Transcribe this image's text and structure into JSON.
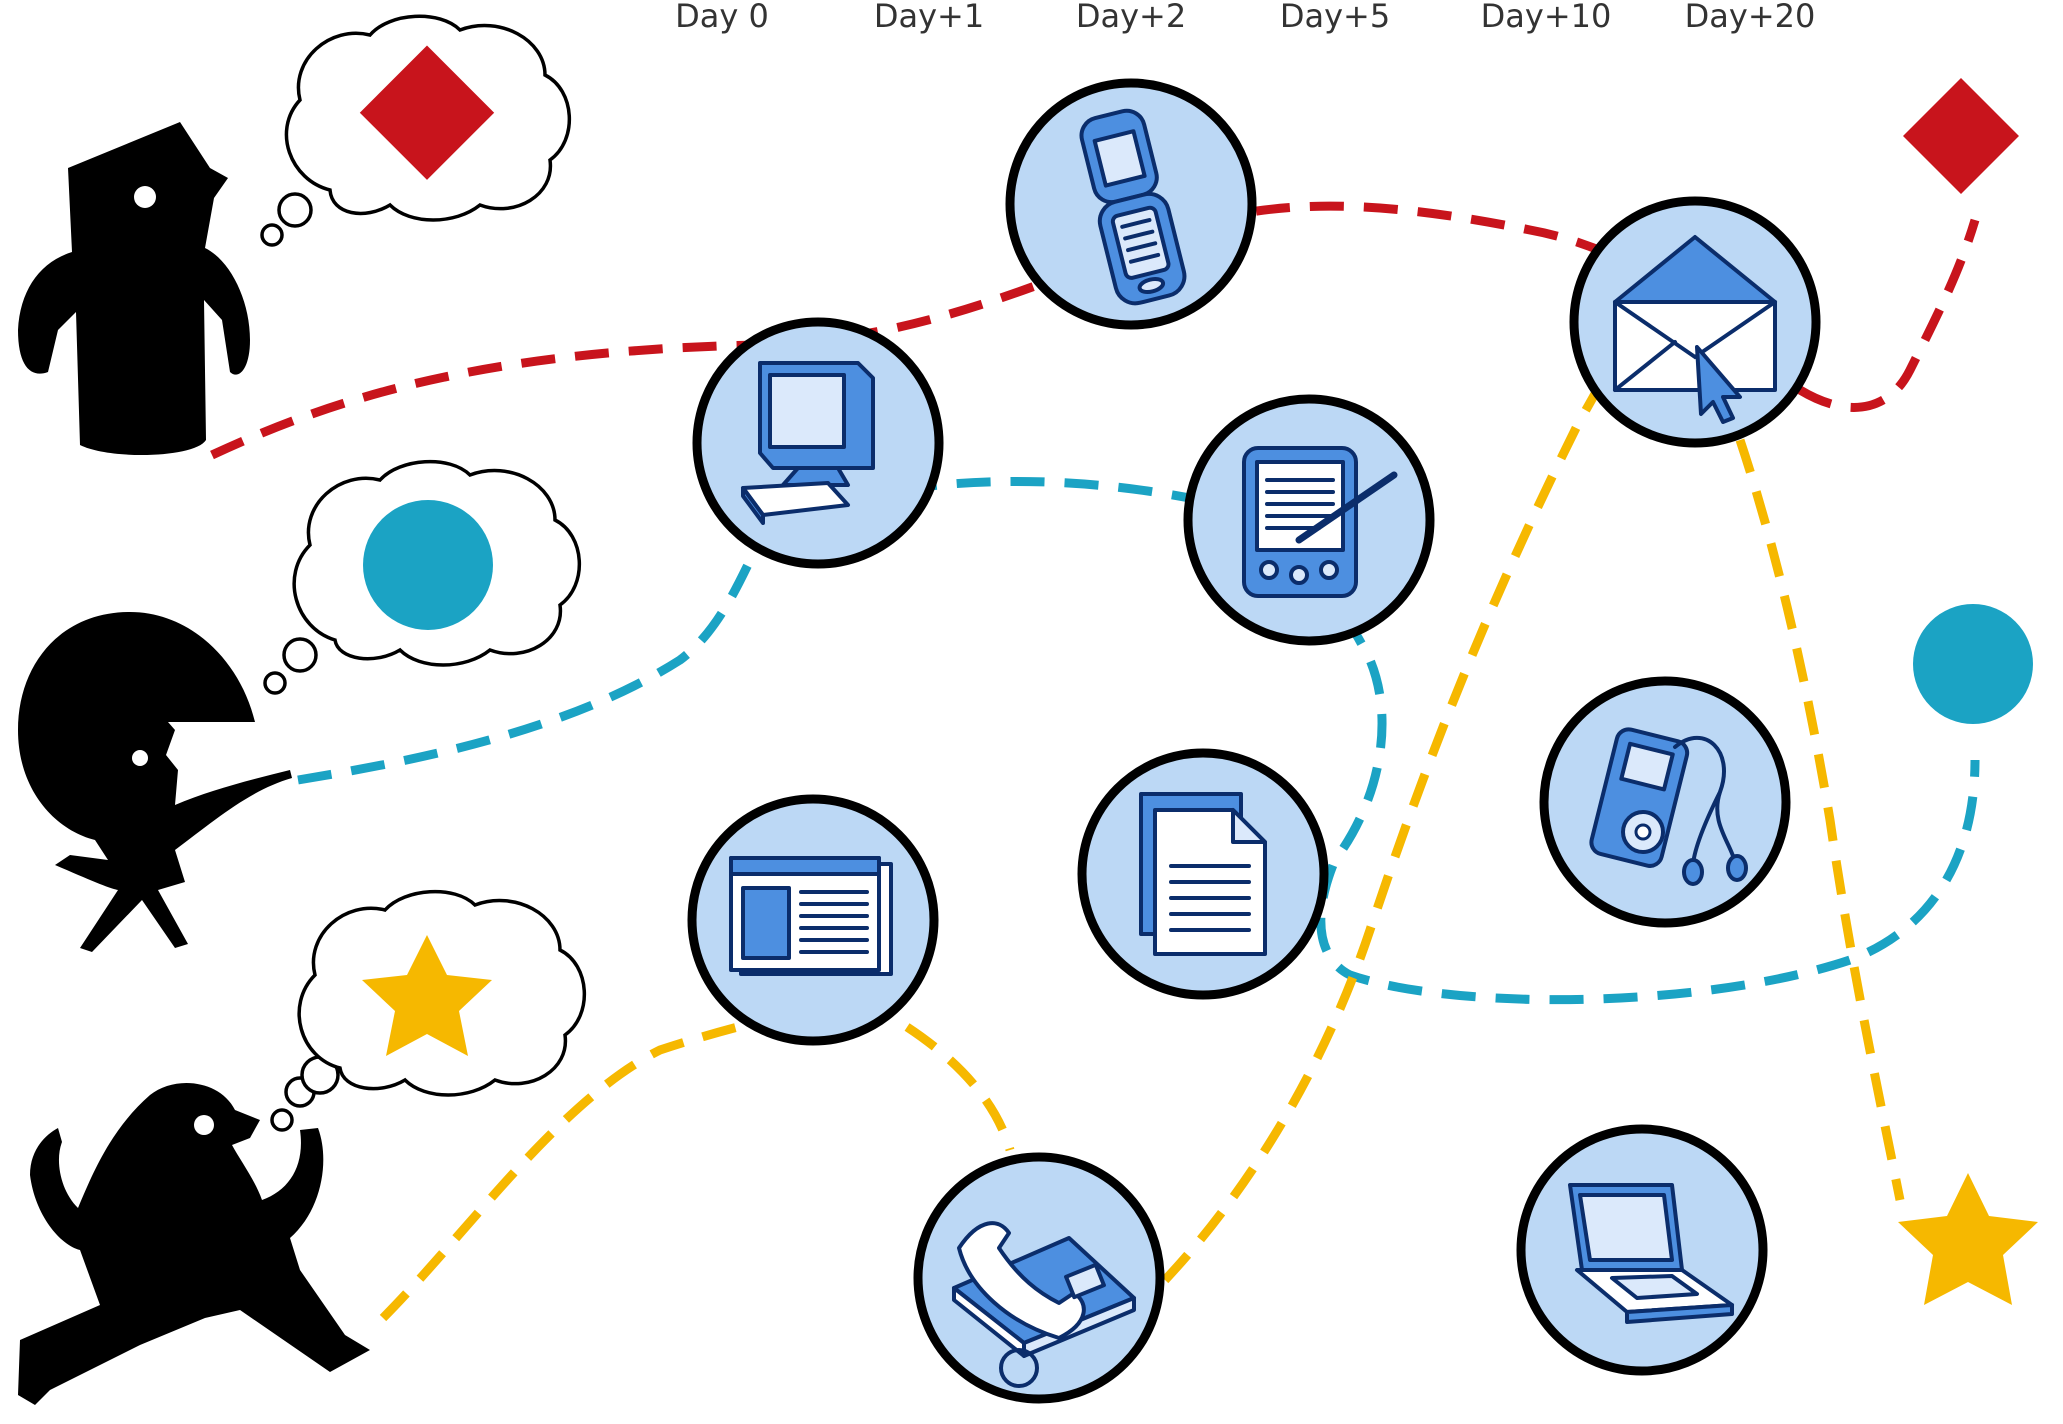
{
  "timeline": {
    "day_labels": [
      "Day 0",
      "Day+1",
      "Day+2",
      "Day+5",
      "Day+10",
      "Day+20"
    ]
  },
  "colors": {
    "red_path": "#c8141c",
    "blue_path": "#1ba3c4",
    "yellow_path": "#f6b800",
    "device_circle": "#bcd8f5",
    "icon_blue": "#4d8fe0"
  },
  "personas": [
    {
      "name": "top-hat-person",
      "thought_shape": "diamond",
      "thought_color": "#c8141c"
    },
    {
      "name": "helmet-person",
      "thought_shape": "circle",
      "thought_color": "#1ba3c4"
    },
    {
      "name": "running-person",
      "thought_shape": "star",
      "thought_color": "#f6b800"
    }
  ],
  "devices": [
    "desktop-computer",
    "mobile-phone",
    "email",
    "pda",
    "newspaper",
    "document",
    "mp3-player",
    "desk-telephone",
    "laptop"
  ],
  "outcomes": [
    "diamond",
    "circle",
    "star"
  ]
}
